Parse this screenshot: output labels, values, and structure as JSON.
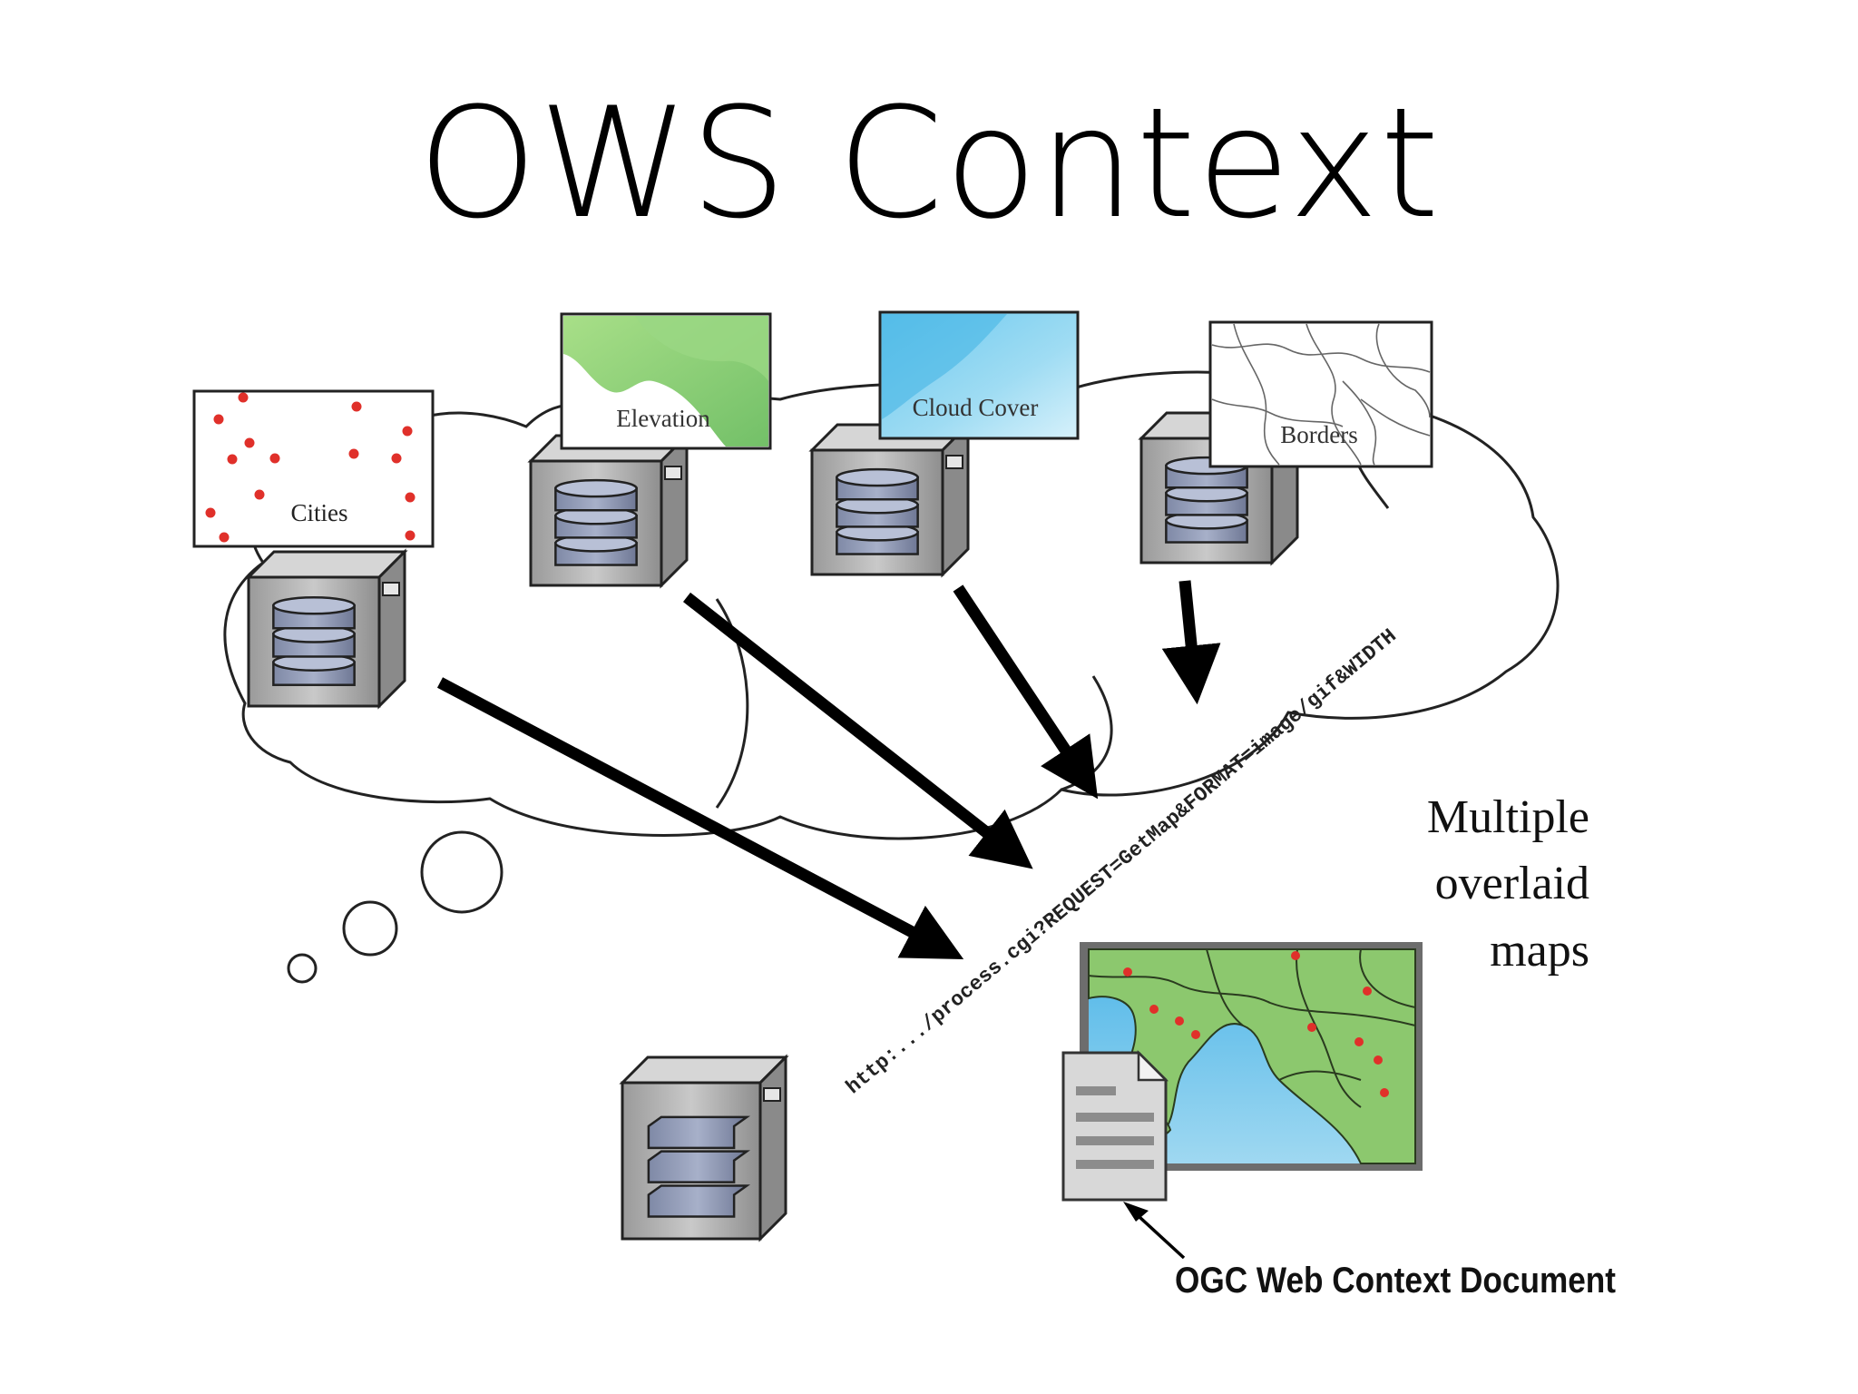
{
  "slide": {
    "title": "OWS Context"
  },
  "layers": [
    {
      "label": "Cities"
    },
    {
      "label": "Elevation"
    },
    {
      "label": "Cloud Cover"
    },
    {
      "label": "Borders"
    }
  ],
  "request_url": "http:.../process.cgi?REQUEST=GetMap&FORMAT=image/gif&WIDTH",
  "caption": {
    "line1": "Multiple",
    "line2": "overlaid",
    "line3": "maps"
  },
  "document_label": "OGC Web Context Document",
  "colors": {
    "server_body": "#b9b9b9",
    "disk": "#8d96b2",
    "elevation_green": "#8fd27a",
    "cloud_blue": "#58bfe6",
    "city_dot": "#e0302a"
  }
}
